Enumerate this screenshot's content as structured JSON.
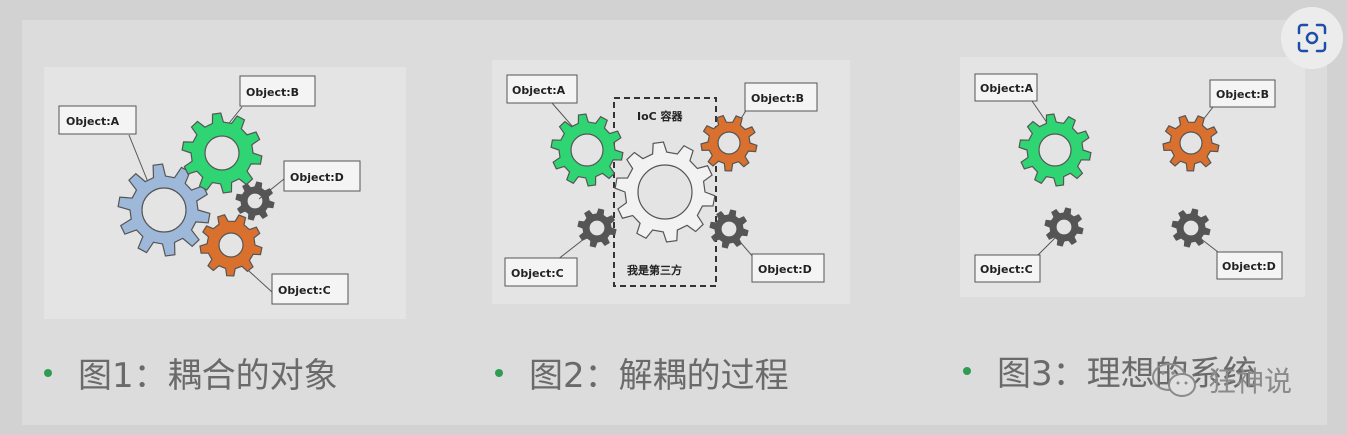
{
  "figures": [
    {
      "labels": {
        "a": "Object:A",
        "b": "Object:B",
        "c": "Object:C",
        "d": "Object:D"
      },
      "caption": "图1：耦合的对象"
    },
    {
      "labels": {
        "a": "Object:A",
        "b": "Object:B",
        "c": "Object:C",
        "d": "Object:D"
      },
      "container_title": "IoC 容器",
      "container_note": "我是第三方",
      "caption": "图2：解耦的过程"
    },
    {
      "labels": {
        "a": "Object:A",
        "b": "Object:B",
        "c": "Object:C",
        "d": "Object:D"
      },
      "caption": "图3：理想的系统"
    }
  ],
  "gear_colors": {
    "a": "#2fd573",
    "b": "#d9702e",
    "c": "#555555",
    "d": "#555555",
    "blue": "#9db8d8",
    "ioc": "#f2f2f2"
  },
  "toolbar": {
    "lens_icon": "lens-scan-icon"
  },
  "watermark": {
    "text": "狂神说",
    "icon": "wechat-icon"
  }
}
